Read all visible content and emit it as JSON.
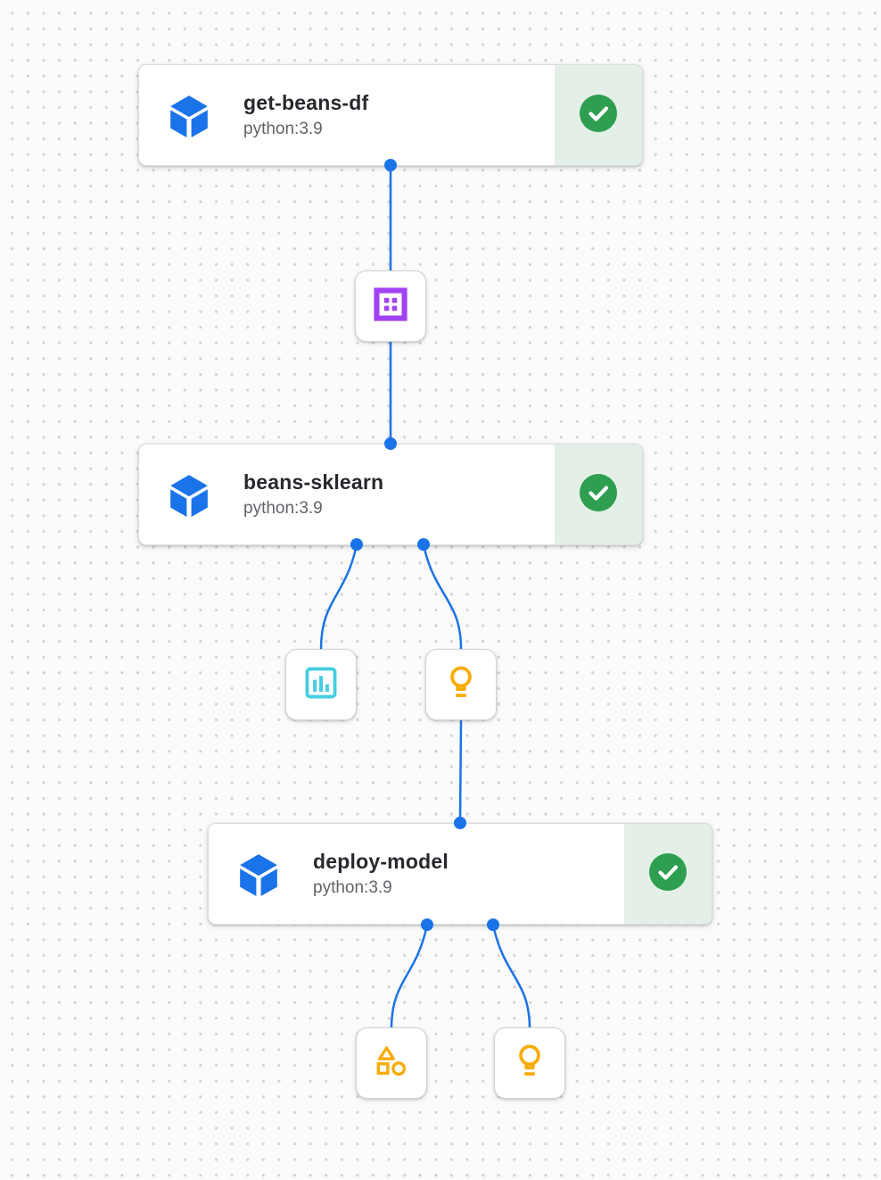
{
  "pipeline": {
    "components": [
      {
        "title": "get-beans-df",
        "subtitle": "python:3.9",
        "status": "succeeded"
      },
      {
        "title": "beans-sklearn",
        "subtitle": "python:3.9",
        "status": "succeeded"
      },
      {
        "title": "deploy-model",
        "subtitle": "python:3.9",
        "status": "succeeded"
      }
    ],
    "artifacts": [
      {
        "kind": "dataset",
        "icon": "dataset-grid-icon",
        "color": "#a142f4"
      },
      {
        "kind": "metrics",
        "icon": "bar-chart-icon",
        "color": "#44cde0"
      },
      {
        "kind": "model",
        "icon": "lightbulb-icon",
        "color": "#f9ab00"
      },
      {
        "kind": "artifact",
        "icon": "shapes-icon",
        "color": "#f9ab00"
      },
      {
        "kind": "model",
        "icon": "lightbulb-icon",
        "color": "#f9ab00"
      }
    ],
    "status_icon": "check-circle-icon",
    "colors": {
      "edge": "#1a73e8",
      "port": "#1a73e8",
      "component_icon": "#1a73e8",
      "success_panel_bg": "#e4f0e7",
      "success_circle": "#2e9e50",
      "title_text": "#27292e",
      "subtitle_text": "#5f6368",
      "canvas_dot": "#d4d4d4"
    }
  }
}
